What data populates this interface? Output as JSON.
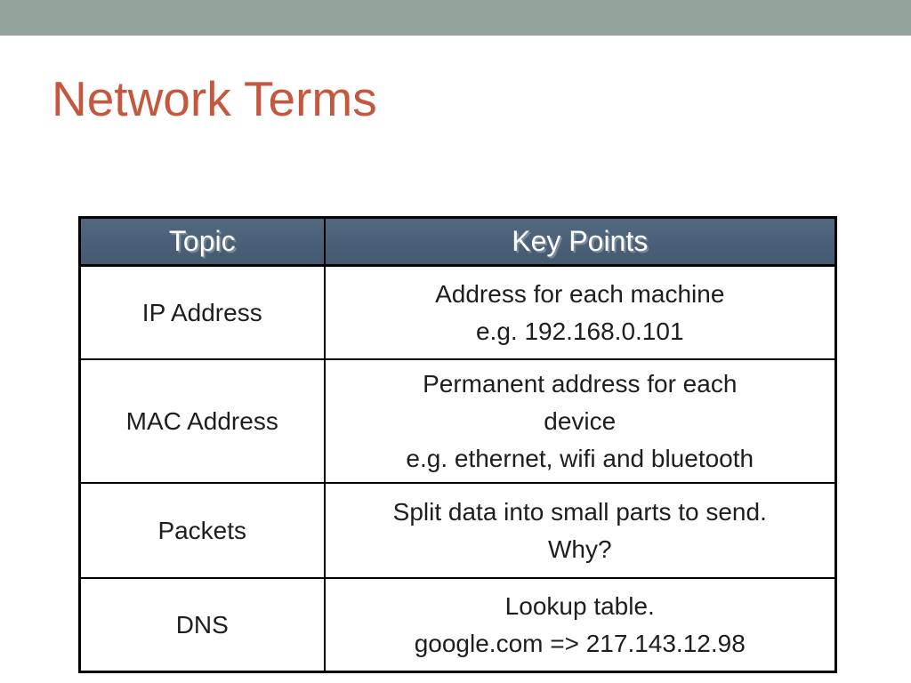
{
  "slide": {
    "title": "Network Terms",
    "colors": {
      "top_bar": "#94a39b",
      "title_text": "#c4573e",
      "table_header_bg": "#4a6078",
      "table_header_text": "#ffffff",
      "table_border": "#000000",
      "body_text": "#1e1e1e",
      "background": "#ffffff"
    },
    "table": {
      "header": {
        "topic": "Topic",
        "key_points": "Key Points"
      },
      "rows": [
        {
          "topic": "IP Address",
          "lines": [
            "Address for each machine",
            "e.g. 192.168.0.101"
          ]
        },
        {
          "topic": "MAC Address",
          "lines": [
            "Permanent address for each",
            "device",
            "e.g. ethernet, wifi and bluetooth"
          ]
        },
        {
          "topic": "Packets",
          "lines": [
            "Split data into small parts to send.",
            "Why?"
          ]
        },
        {
          "topic": "DNS",
          "lines": [
            "Lookup table.",
            "google.com => 217.143.12.98"
          ]
        }
      ]
    }
  }
}
